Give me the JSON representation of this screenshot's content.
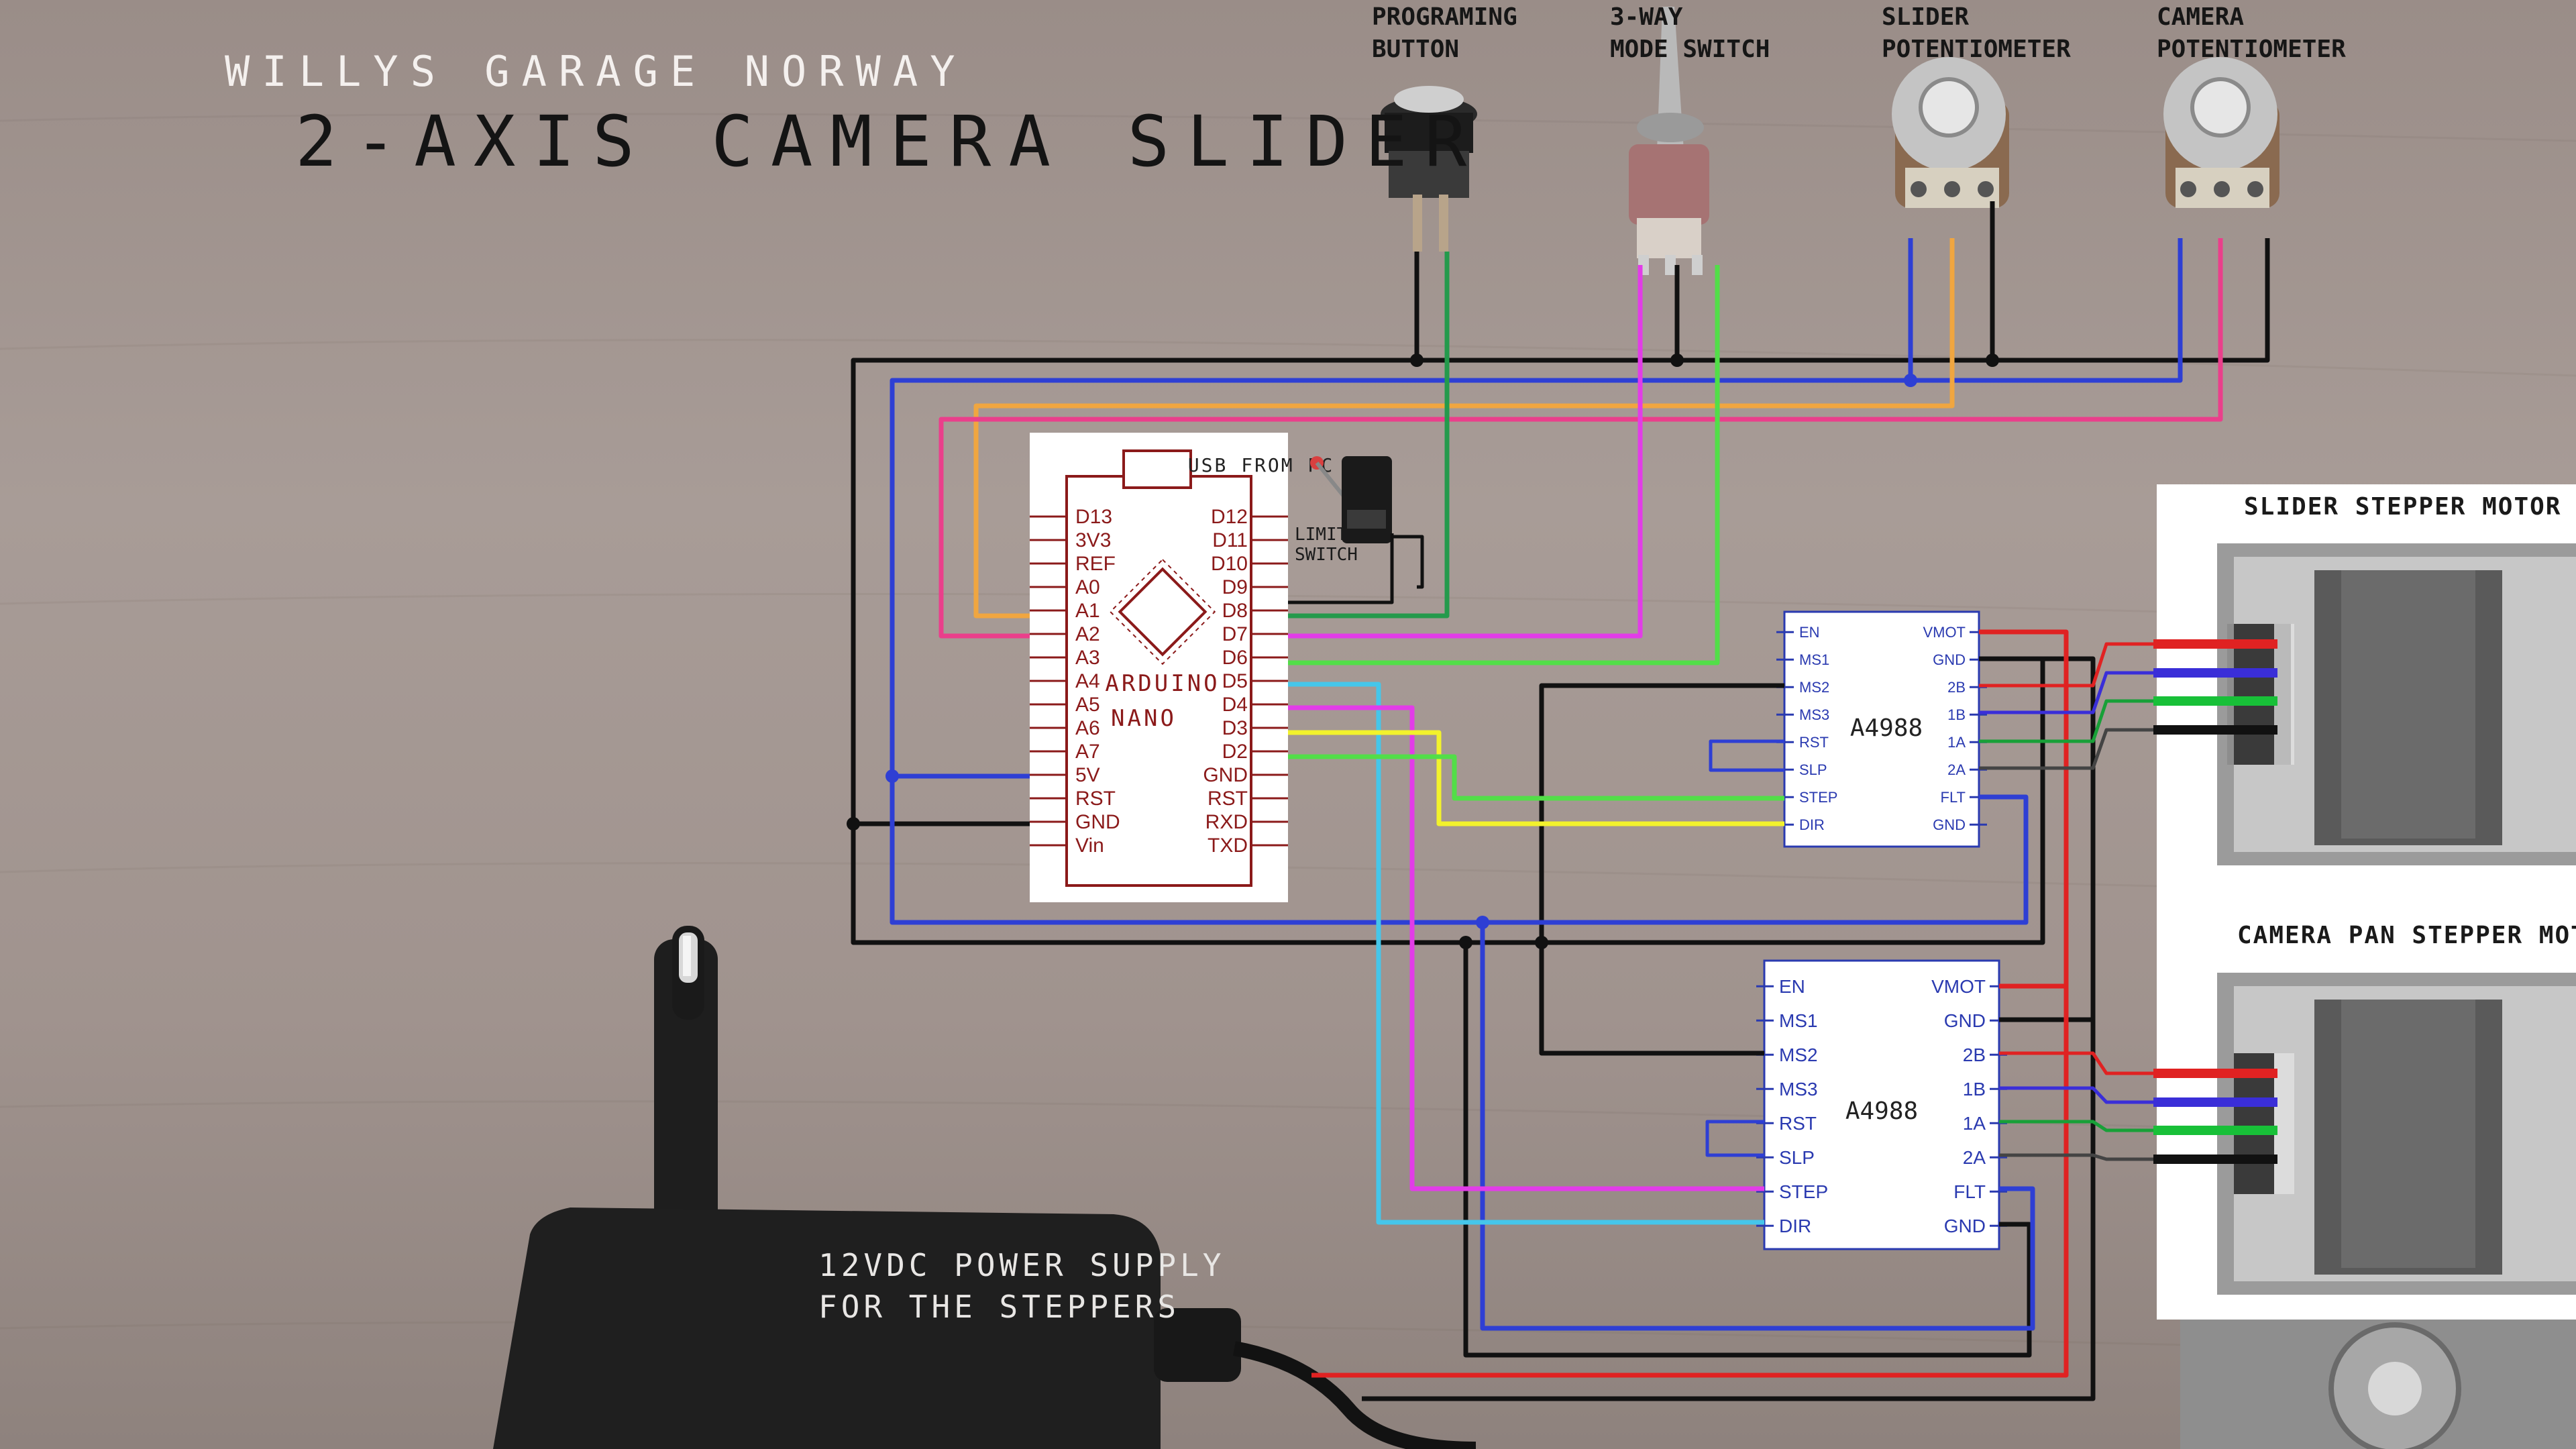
{
  "title": {
    "brand": "WILLYS GARAGE NORWAY",
    "project": "2-AXIS CAMERA SLIDER"
  },
  "components": {
    "programming_button": "PROGRAMING\nBUTTON",
    "mode_switch": "3-WAY\nMODE SWITCH",
    "slider_pot": "SLIDER\nPOTENTIOMETER",
    "camera_pot": "CAMERA\nPOTENTIOMETER",
    "slider_motor": "SLIDER STEPPER MOTOR",
    "camera_motor": "CAMERA PAN STEPPER MOTOR",
    "limit_switch": "LIMIT\nSWITCH",
    "psu": "12VDC POWER SUPPLY\nFOR THE STEPPERS"
  },
  "arduino": {
    "name1": "ARDUINO",
    "name2": "NANO",
    "usb": "USB FROM PC",
    "left_pins": [
      "D13",
      "3V3",
      "REF",
      "A0",
      "A1",
      "A2",
      "A3",
      "A4",
      "A5",
      "A6",
      "A7",
      "5V",
      "RST",
      "GND",
      "Vin"
    ],
    "right_pins": [
      "D12",
      "D11",
      "D10",
      "D9",
      "D8",
      "D7",
      "D6",
      "D5",
      "D4",
      "D3",
      "D2",
      "GND",
      "RST",
      "RXD",
      "TXD"
    ]
  },
  "drivers": [
    {
      "name": "A4988",
      "left_pins": [
        "EN",
        "MS1",
        "MS2",
        "MS3",
        "RST",
        "SLP",
        "STEP",
        "DIR"
      ],
      "right_pins": [
        "VMOT",
        "GND",
        "2B",
        "1B",
        "1A",
        "2A",
        "FLT",
        "GND"
      ]
    },
    {
      "name": "A4988",
      "left_pins": [
        "EN",
        "MS1",
        "MS2",
        "MS3",
        "RST",
        "SLP",
        "STEP",
        "DIR"
      ],
      "right_pins": [
        "VMOT",
        "GND",
        "2B",
        "1B",
        "1A",
        "2A",
        "FLT",
        "GND"
      ]
    }
  ],
  "colors": {
    "black": "#111111",
    "blue": "#2e3fd4",
    "orange": "#f0a640",
    "pink": "#ea3f8b",
    "magenta": "#e23ce8",
    "green": "#52de48",
    "darkgreen": "#249a4c",
    "cyan": "#45c6ea",
    "yellow": "#f2f22c",
    "red": "#e02222",
    "arduino": "#8b1a1a",
    "driver_text": "#2a3ab0"
  }
}
